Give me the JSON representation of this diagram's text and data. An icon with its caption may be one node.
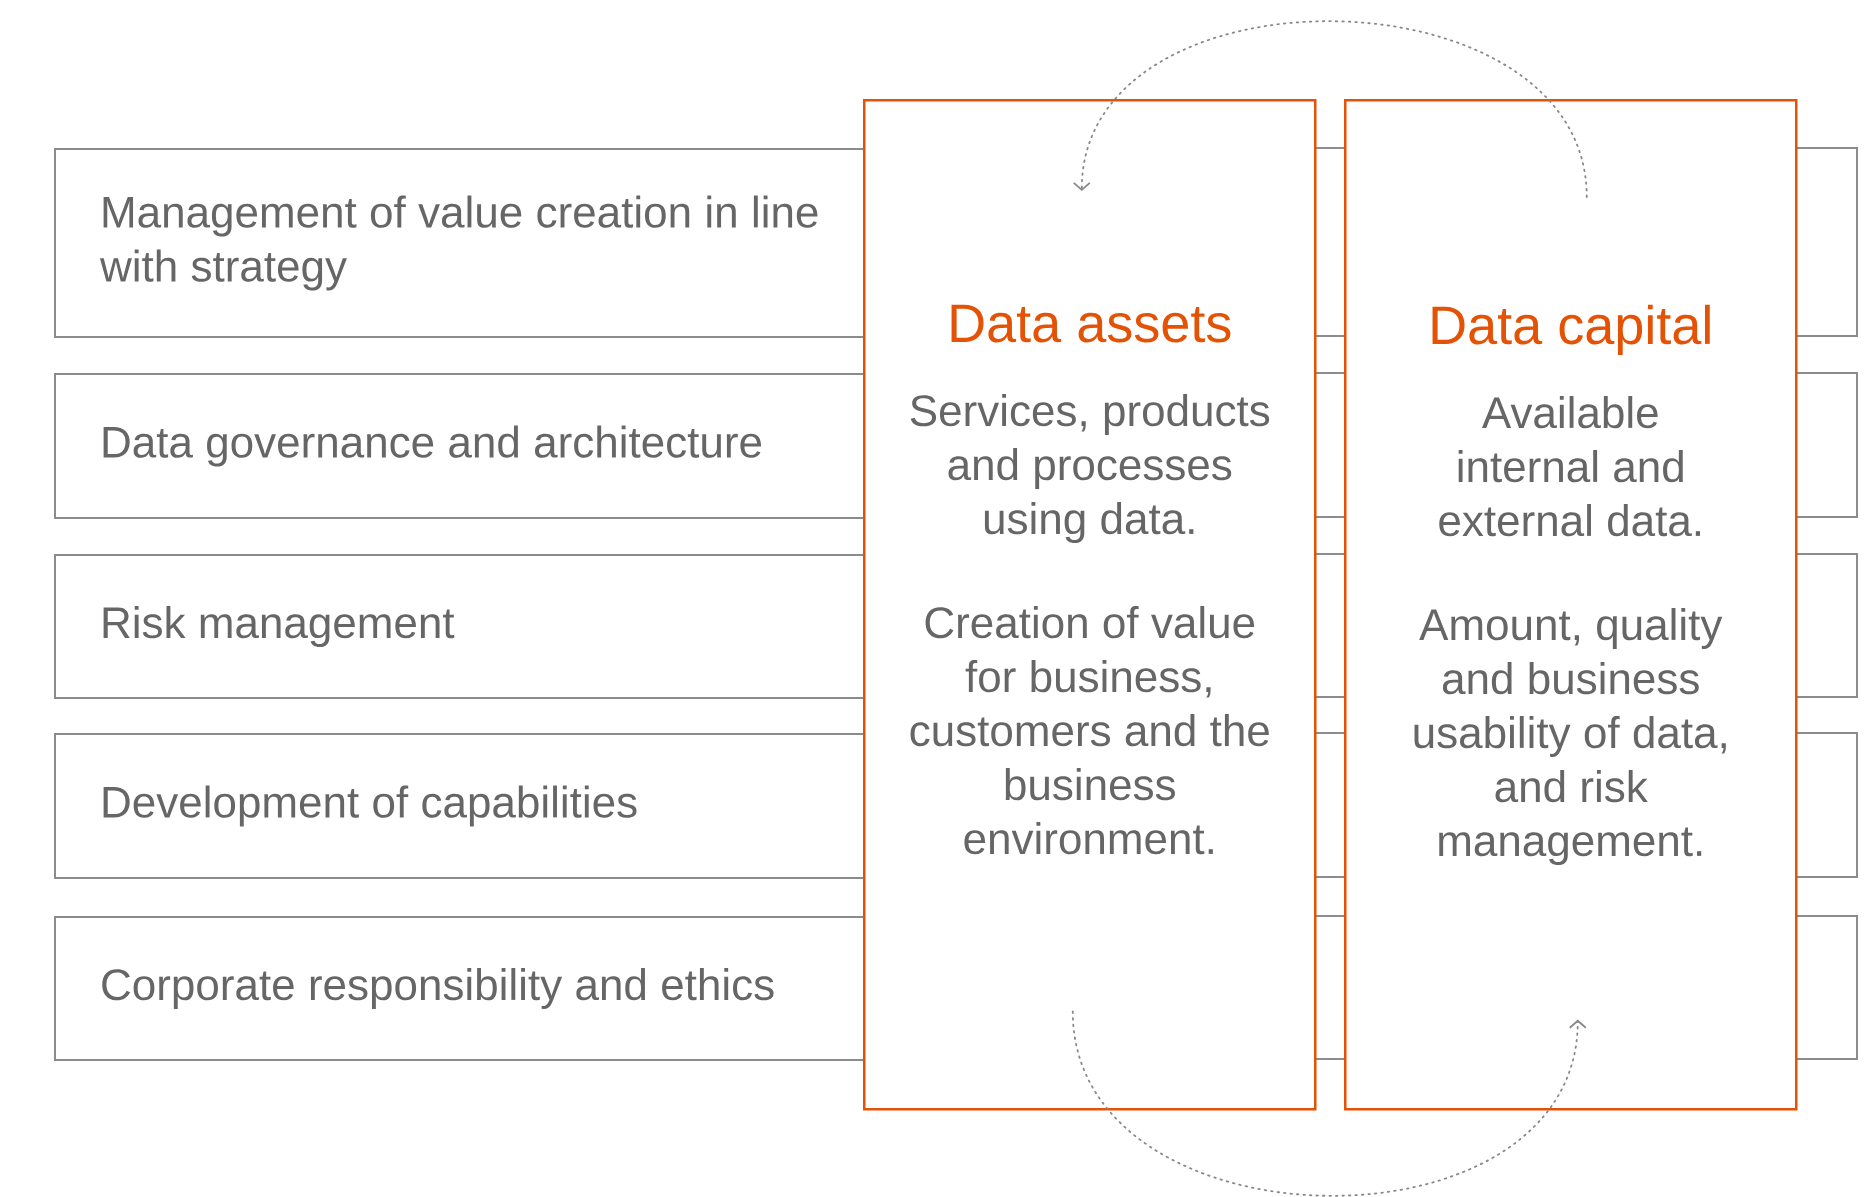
{
  "diagram": {
    "nodes": [
      {
        "text": [
          "Management of value creation in line with strategy"
        ]
      },
      {
        "text": [
          "Data governance and architecture"
        ]
      },
      {
        "text": [
          "Risk management"
        ]
      },
      {
        "text": [
          "Development of capabilities"
        ]
      },
      {
        "text": [
          "Corporate responsibility and ethics"
        ]
      },
      {
        "text": [
          "Data assets",
          "Services, products and processes using data.",
          "Creation of value for business, customers and the business environment."
        ]
      },
      {
        "text": [
          "Data capital",
          "Available internal and external data.",
          "Amount, quality and business usability of data, and risk management."
        ]
      }
    ],
    "edges": [
      {
        "from": 6,
        "to": 5,
        "arrow": "to",
        "style": "dashed"
      },
      {
        "from": 5,
        "to": 6,
        "arrow": "to",
        "style": "dashed"
      }
    ]
  }
}
